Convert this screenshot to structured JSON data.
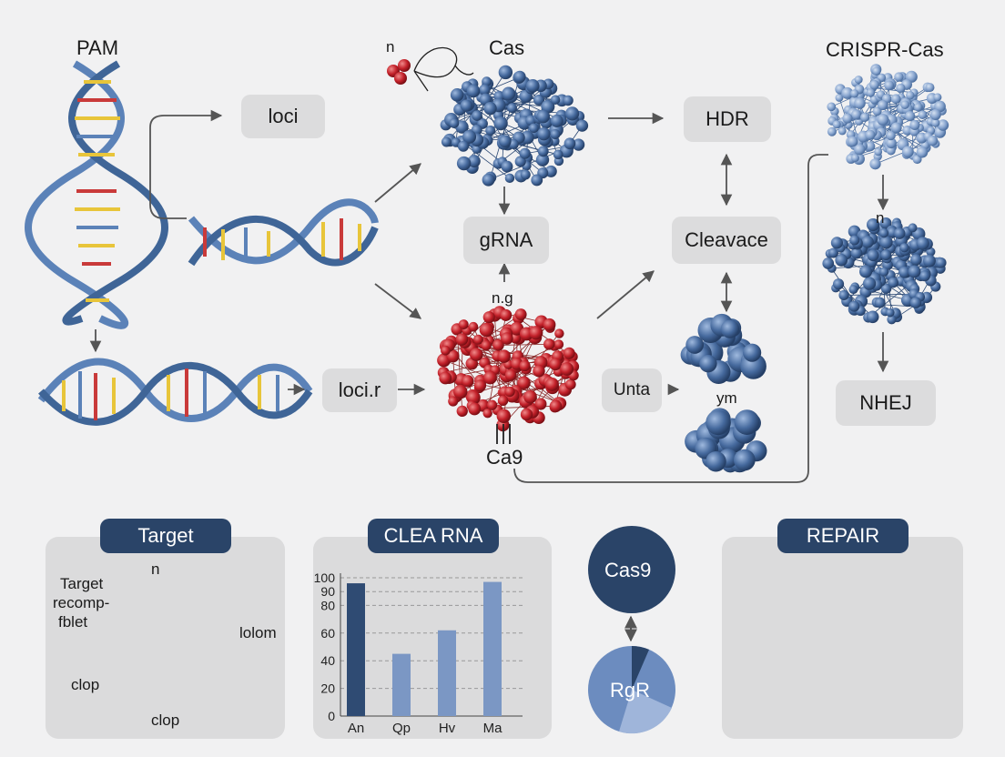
{
  "labels": {
    "pam": "PAM",
    "cas_top": "Cas",
    "n_top": "n",
    "crispr_cas": "CRISPR-Cas",
    "n_right": "n",
    "ng": "n.g",
    "ca9": "Ca9",
    "ym": "ym"
  },
  "boxes": {
    "loci": "loci",
    "loci_r": "loci.r",
    "grna": "gRNA",
    "hdr": "HDR",
    "cleavace": "Cleavace",
    "unta": "Unta",
    "nhej": "NHEJ"
  },
  "panels": {
    "target": {
      "title": "Target",
      "n": "n",
      "line1": "Target",
      "line2": "recomp-",
      "line3": "fblet",
      "lolom": "lolom",
      "clop_left": "clop",
      "clop_bottom": "clop"
    },
    "clea_rna": {
      "title": "CLEA RNA"
    },
    "repair": {
      "title": "REPAIR"
    }
  },
  "circle_cas9": "Cas9",
  "pie_label": "RgR",
  "colors": {
    "dna_blue": "#5b82b8",
    "protein_blue": "#4a6fa5",
    "protein_red": "#c32026",
    "navy": "#2a4468",
    "bar_dark": "#2f4b73",
    "bar_light": "#7b97c4"
  },
  "chart_data": {
    "type": "bar",
    "categories": [
      "An",
      "Qp",
      "Hv",
      "Ma"
    ],
    "values": [
      96,
      45,
      62,
      97
    ],
    "yticks": [
      "0",
      "20",
      "40",
      "60",
      "80",
      "90",
      "100"
    ],
    "ylim": [
      0,
      100
    ],
    "grid": true
  }
}
